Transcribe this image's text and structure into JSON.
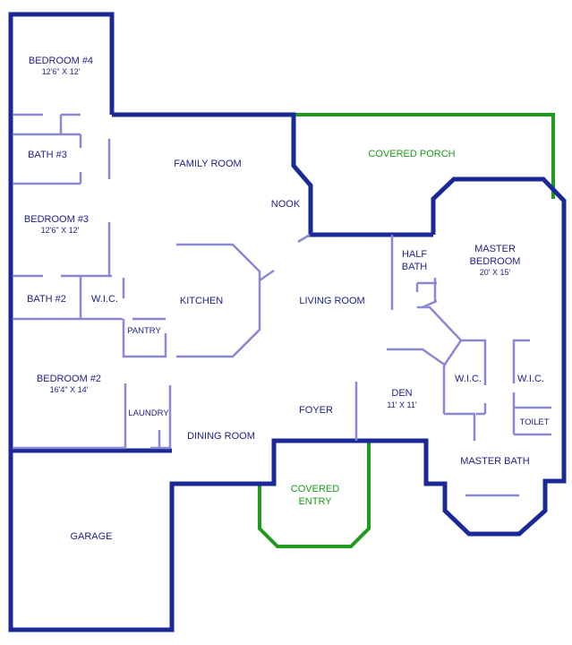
{
  "colors": {
    "outer_wall": "#1a2898",
    "inner_wall": "#8a88d4",
    "porch_wall": "#1e9a1e",
    "label_blue": "#1b1f8a",
    "label_green": "#1a9a1a",
    "background": "#ffffff"
  },
  "rooms": {
    "bedroom4": {
      "name": "BEDROOM #4",
      "dims": "12'6\" X 12'"
    },
    "bath3": {
      "name": "BATH #3"
    },
    "bedroom3": {
      "name": "BEDROOM #3",
      "dims": "12'6\" X 12'"
    },
    "bath2": {
      "name": "BATH #2"
    },
    "wic_left": {
      "name": "W.I.C."
    },
    "pantry": {
      "name": "PANTRY"
    },
    "bedroom2": {
      "name": "BEDROOM #2",
      "dims": "16'4\" X 14'"
    },
    "laundry": {
      "name": "LAUNDRY"
    },
    "garage": {
      "name": "GARAGE"
    },
    "family_room": {
      "name": "FAMILY ROOM"
    },
    "nook": {
      "name": "NOOK"
    },
    "kitchen": {
      "name": "KITCHEN"
    },
    "living_room": {
      "name": "LIVING ROOM"
    },
    "dining_room": {
      "name": "DINING ROOM"
    },
    "foyer": {
      "name": "FOYER"
    },
    "covered_porch": {
      "name": "COVERED PORCH"
    },
    "covered_entry": {
      "line1": "COVERED",
      "line2": "ENTRY"
    },
    "half_bath": {
      "line1": "HALF",
      "line2": "BATH"
    },
    "master_bedroom": {
      "line1": "MASTER",
      "line2": "BEDROOM",
      "dims": "20' X 15'"
    },
    "den": {
      "name": "DEN",
      "dims": "11' X 11'"
    },
    "wic_master_left": {
      "name": "W.I.C."
    },
    "wic_master_right": {
      "name": "W.I.C."
    },
    "toilet": {
      "name": "TOILET"
    },
    "master_bath": {
      "name": "MASTER BATH"
    }
  }
}
